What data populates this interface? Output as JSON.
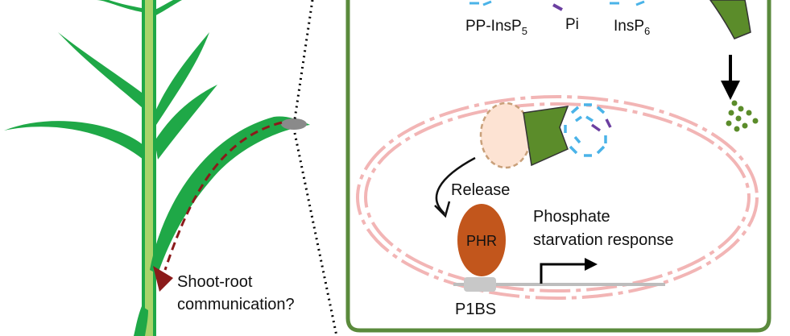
{
  "molecules": {
    "pp_insp5_prefix": "PP-InsP",
    "pp_insp5_sub": "5",
    "pi": "Pi",
    "insp6_prefix": "InsP",
    "insp6_sub": "6"
  },
  "labels": {
    "release": "Release",
    "phr": "PHR",
    "phosphate_line1": "Phosphate",
    "phosphate_line2": "starvation response",
    "p1bs": "P1BS",
    "shoot_root_line1": "Shoot-root",
    "shoot_root_line2": "communication?"
  },
  "colors": {
    "leaf": "#1fa847",
    "stem_light": "#a9d46a",
    "cell_wall": "#5a8a3c",
    "nucleus": "#f2b5b5",
    "phr": "#c2561c",
    "spx": "#5b8c2a",
    "insp_dots": "#4ab3e8",
    "pi_mark": "#6b3fa0",
    "arrow_red": "#8b1a1a",
    "release_oval": "#fde3d3"
  }
}
